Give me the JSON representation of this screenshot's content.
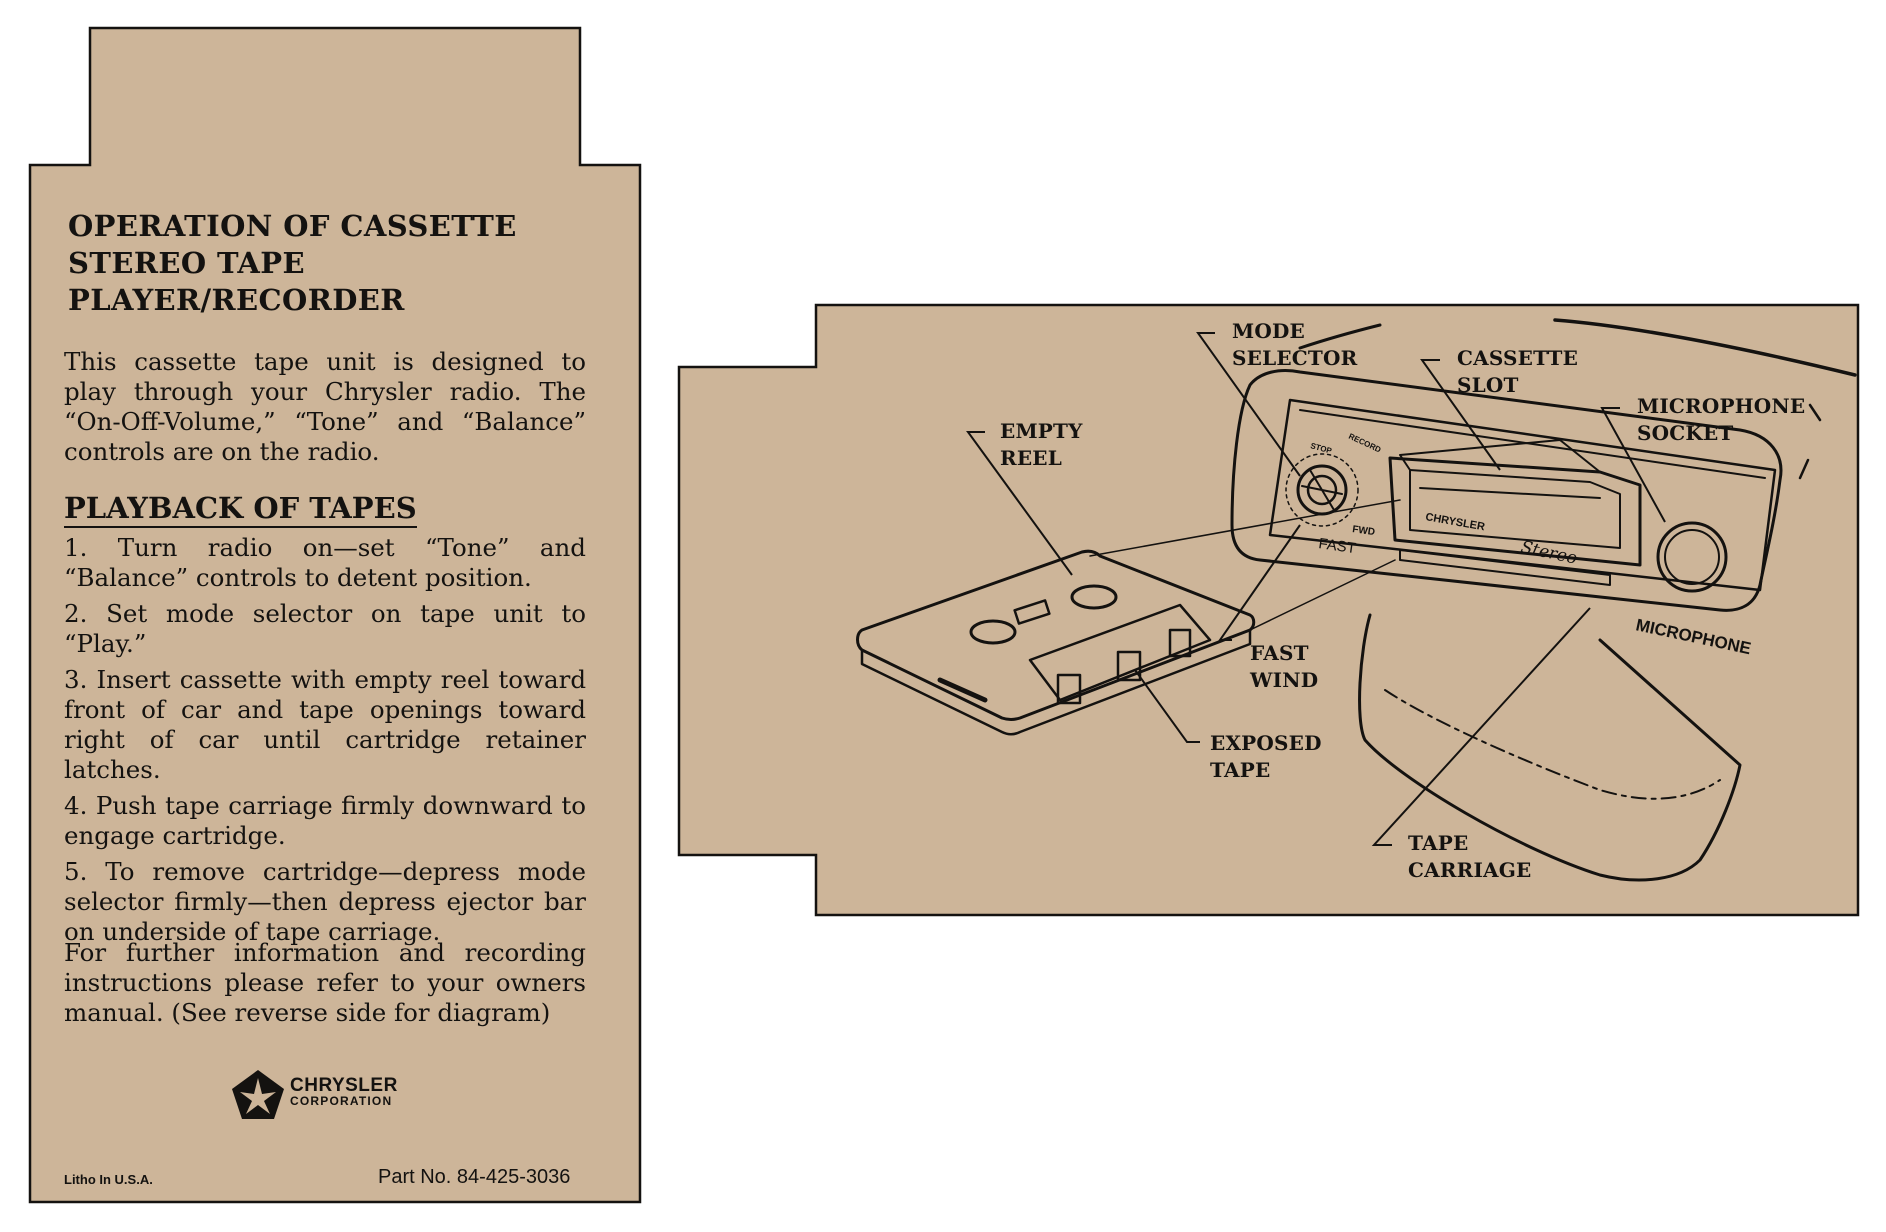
{
  "left_card": {
    "title_line1": "OPERATION OF CASSETTE",
    "title_line2": "STEREO TAPE PLAYER/RECORDER",
    "intro": "This cassette tape unit is designed to play through your Chrysler radio. The “On-Off-Volume,” “Tone” and “Balance” controls are on the radio.",
    "section_heading": "PLAYBACK OF TAPES",
    "steps": [
      "1. Turn radio on—set “Tone” and “Balance” controls to detent position.",
      "2. Set mode selector on tape unit to “Play.”",
      "3. Insert cassette with empty reel toward front of car and tape openings toward right of car until cartridge retainer latches.",
      "4. Push tape carriage firmly downward to engage cartridge.",
      "5. To remove cartridge—depress mode selector firmly—then depress ejector bar on underside of tape carriage."
    ],
    "further_info": "For further information and recording instructions please refer to your owners manual.   (See reverse side for diagram)",
    "logo_name": "CHRYSLER",
    "logo_sub": "CORPORATION",
    "litho": "Litho In U.S.A.",
    "part_no": "Part No.  84-425-3036"
  },
  "diagram": {
    "labels": {
      "mode_selector": [
        "MODE",
        "SELECTOR"
      ],
      "cassette_slot": [
        "CASSETTE",
        "SLOT"
      ],
      "microphone_socket": [
        "MICROPHONE",
        "SOCKET"
      ],
      "empty_reel": [
        "EMPTY",
        "REEL"
      ],
      "fast_wind": [
        "FAST",
        "WIND"
      ],
      "exposed_tape": [
        "EXPOSED",
        "TAPE"
      ],
      "tape_carriage": [
        "TAPE",
        "CARRIAGE"
      ]
    },
    "device_text": {
      "microphone": "MICROPHONE",
      "stereo": "Stereo",
      "brand": "CHRYSLER",
      "fast": "FAST",
      "fwd": "FWD",
      "stop": "STOP",
      "record": "RECORD"
    }
  },
  "colors": {
    "paper": "#cdb599",
    "ink": "#141210",
    "background": "#ffffff"
  }
}
